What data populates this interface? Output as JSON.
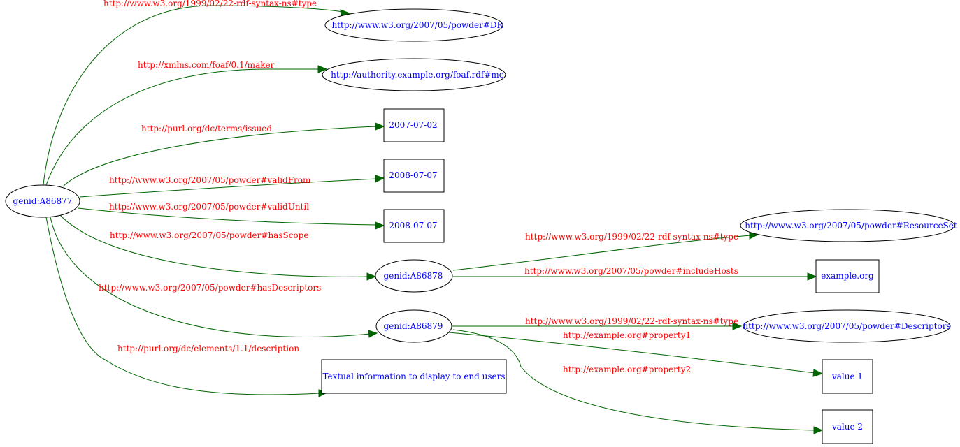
{
  "colors": {
    "node_text": "#0000ff",
    "edge_label": "#ff0000",
    "edge_line": "#006400",
    "node_border": "#000000",
    "background": "#ffffff"
  },
  "nodes": {
    "a86877": "genid:A86877",
    "a86878": "genid:A86878",
    "a86879": "genid:A86879",
    "dr": "http://www.w3.org/2007/05/powder#DR",
    "me": "http://authority.example.org/foaf.rdf#me",
    "issued": "2007-07-02",
    "valid_from": "2008-07-07",
    "valid_until": "2008-07-07",
    "resource_set": "http://www.w3.org/2007/05/powder#ResourceSet",
    "example_org": "example.org",
    "descriptors": "http://www.w3.org/2007/05/powder#Descriptors",
    "description": "Textual information to display to end users",
    "value1": "value 1",
    "value2": "value 2"
  },
  "edges": {
    "type_dr": "http://www.w3.org/1999/02/22-rdf-syntax-ns#type",
    "maker": "http://xmlns.com/foaf/0.1/maker",
    "issued": "http://purl.org/dc/terms/issued",
    "valid_from": "http://www.w3.org/2007/05/powder#validFrom",
    "valid_until": "http://www.w3.org/2007/05/powder#validUntil",
    "has_scope": "http://www.w3.org/2007/05/powder#hasScope",
    "has_descriptors": "http://www.w3.org/2007/05/powder#hasDescriptors",
    "description": "http://purl.org/dc/elements/1.1/description",
    "type_resource_set": "http://www.w3.org/1999/02/22-rdf-syntax-ns#type",
    "include_hosts": "http://www.w3.org/2007/05/powder#includeHosts",
    "type_descriptors": "http://www.w3.org/1999/02/22-rdf-syntax-ns#type",
    "property1": "http://example.org#property1",
    "property2": "http://example.org#property2"
  }
}
